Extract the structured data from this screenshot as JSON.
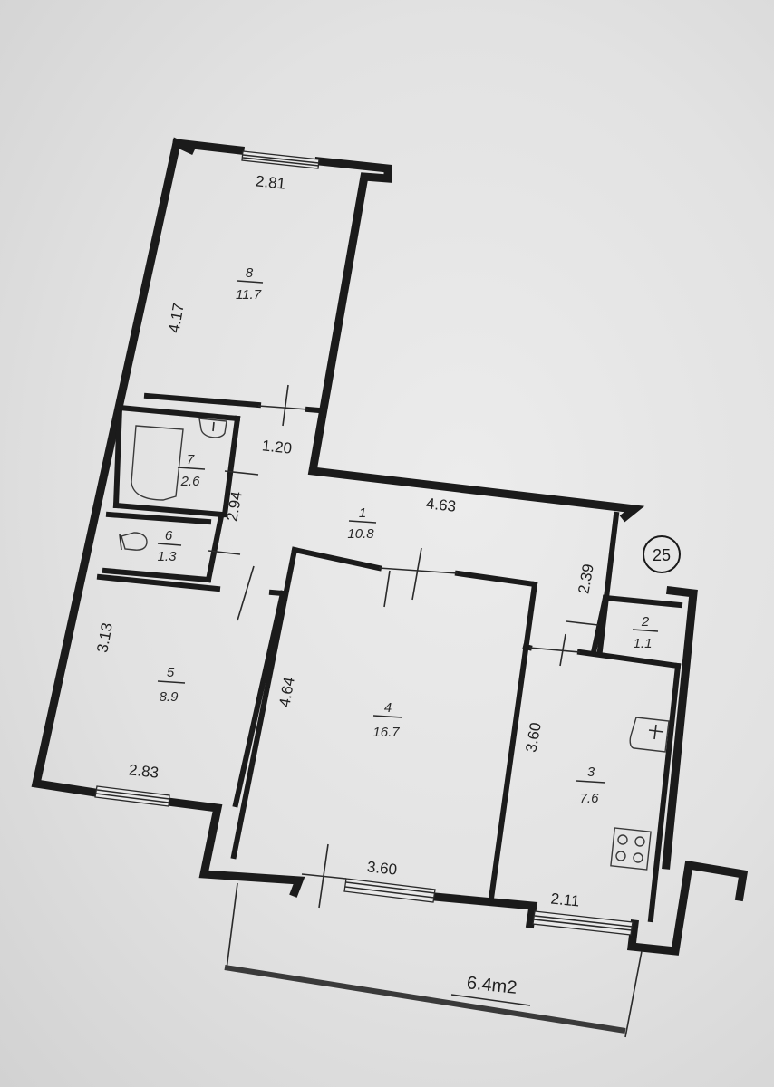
{
  "plan": {
    "unit_badge": "25",
    "balcony_area": "6.4m2",
    "rooms": [
      {
        "number": "8",
        "area": "11.7"
      },
      {
        "number": "7",
        "area": "2.6"
      },
      {
        "number": "6",
        "area": "1.3"
      },
      {
        "number": "5",
        "area": "8.9"
      },
      {
        "number": "1",
        "area": "10.8"
      },
      {
        "number": "4",
        "area": "16.7"
      },
      {
        "number": "2",
        "area": "1.1"
      },
      {
        "number": "3",
        "area": "7.6"
      }
    ],
    "dimensions": {
      "room8_width": "2.81",
      "room8_height": "4.17",
      "corridor_width": "1.20",
      "hall_width": "4.63",
      "hall_height": "2.94",
      "room2_height": "2.39",
      "room5_height": "3.13",
      "room5_width": "2.83",
      "room4_height": "4.64",
      "room4_width": "3.60",
      "room3_height": "3.60",
      "room3_width": "2.11"
    }
  }
}
